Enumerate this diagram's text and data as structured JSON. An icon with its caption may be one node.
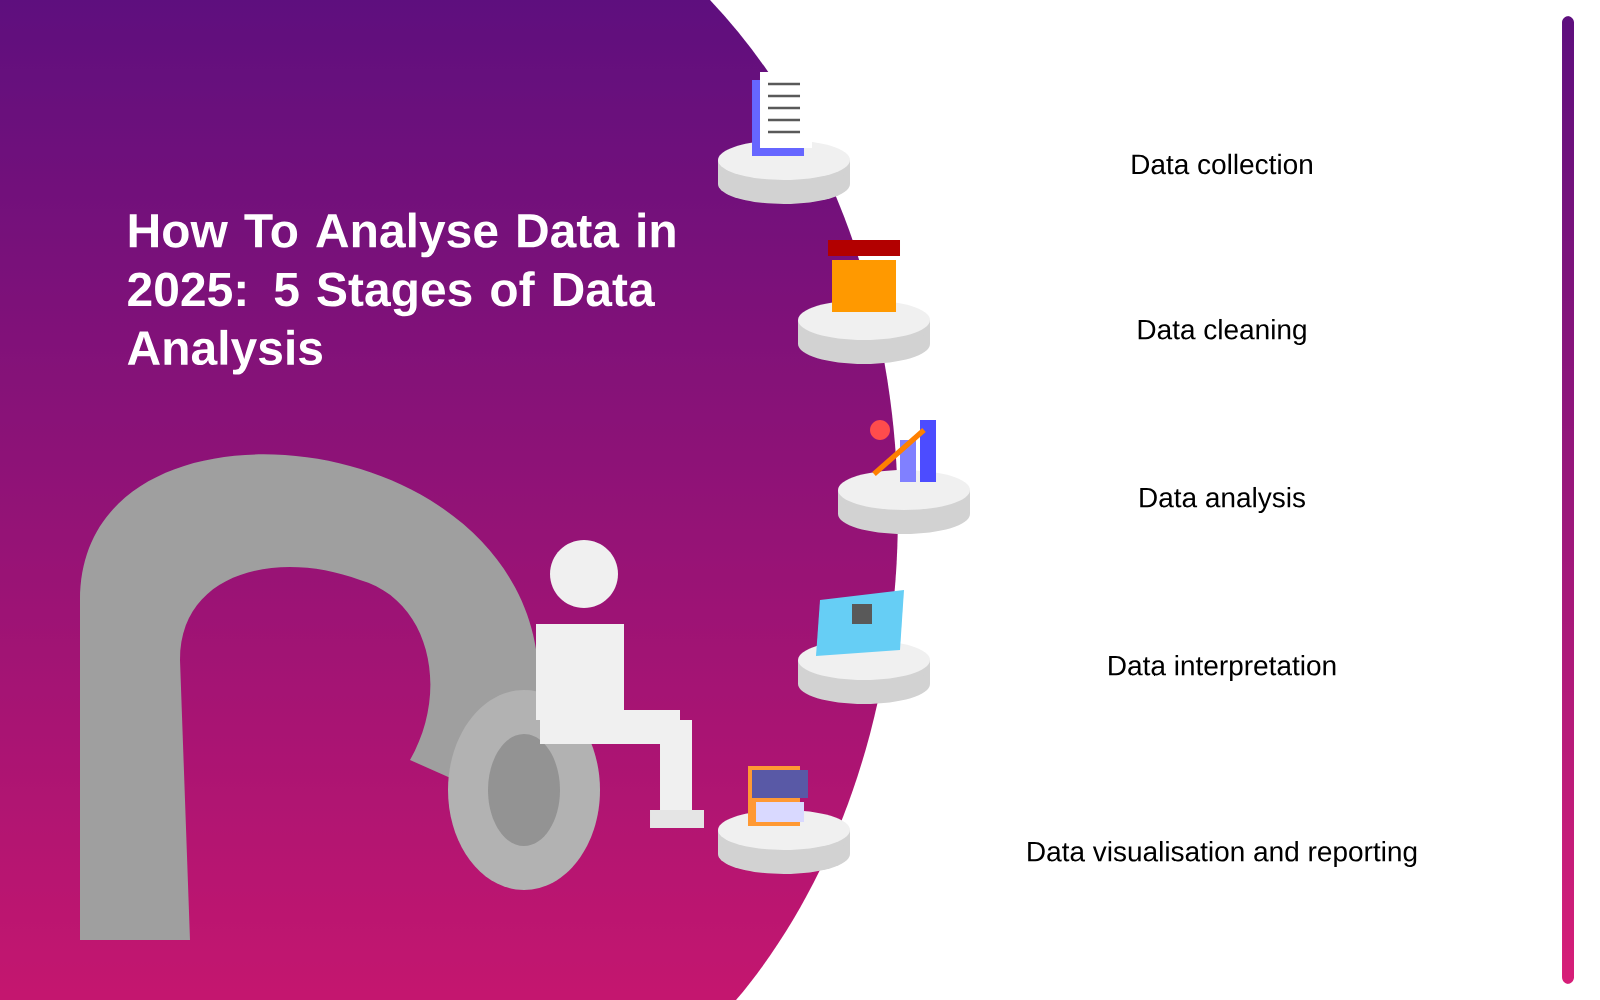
{
  "diagram": {
    "title": "How To Analyse Data in 2025: 5 Stages of Data Analysis",
    "nodes": [
      {
        "text": [
          "Data collection"
        ]
      },
      {
        "text": [
          "Data cleaning"
        ]
      },
      {
        "text": [
          "Data analysis"
        ]
      },
      {
        "text": [
          "Data interpretation"
        ]
      },
      {
        "text": [
          "Data visualisation and reporting"
        ]
      }
    ]
  }
}
